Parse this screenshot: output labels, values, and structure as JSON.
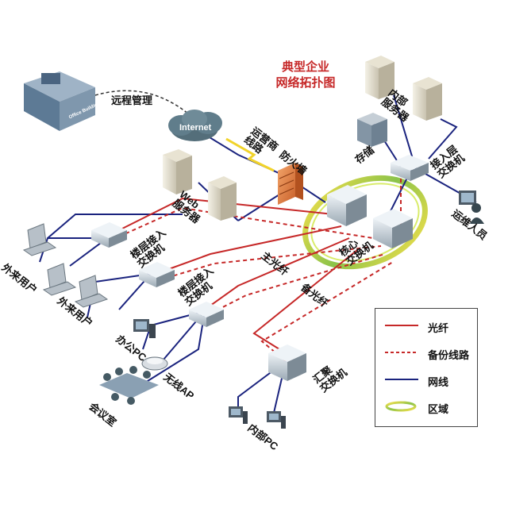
{
  "title": {
    "line1": "典型企业",
    "line2": "网络拓扑图"
  },
  "labels": {
    "remote_mgmt": "远程管理",
    "internet": "Internet",
    "carrier_line_1": "运营商",
    "carrier_line_2": "线路",
    "firewall": "防火墙",
    "web_server_1": "Web",
    "web_server_2": "服务器",
    "internal_server_1": "内部",
    "internal_server_2": "服务器",
    "storage": "存储",
    "access_switch_top_1": "接入层",
    "access_switch_top_2": "交换机",
    "ops_staff": "运维人员",
    "core_1": "核心",
    "core_2": "交换机",
    "floor_access_1_a": "楼层接入",
    "floor_access_1_b": "交换机",
    "floor_access_2_a": "楼层接入",
    "floor_access_2_b": "交换机",
    "main_fiber": "主光纤",
    "backup_fiber": "备光纤",
    "guest_user_1": "外来用户",
    "guest_user_2": "外来用户",
    "office_pc": "办公PC",
    "wireless_ap": "无线AP",
    "meeting_room": "会议室",
    "aggregation_1": "汇聚",
    "aggregation_2": "交换机",
    "internal_pc": "内部PC",
    "building_caption": "Office Building"
  },
  "legend": {
    "fiber": "光纤",
    "backup": "备份线路",
    "network": "网线",
    "zone": "区域"
  },
  "colors": {
    "fiber": "#c62828",
    "backup": "#c62828",
    "network": "#1a237e",
    "title": "#c62828",
    "cloud": "#546e7a",
    "firewall": "#e07b39"
  }
}
